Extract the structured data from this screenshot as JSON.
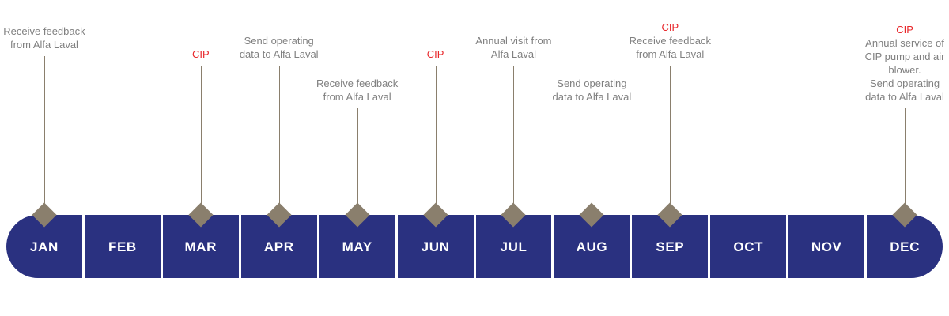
{
  "colors": {
    "bar": "#2a3180",
    "marker": "#8a7f6d",
    "text_gray": "#808080",
    "accent_red": "#e8262a",
    "month_label": "#ffffff",
    "background": "#ffffff"
  },
  "timeline": {
    "months": [
      {
        "label": "JAN"
      },
      {
        "label": "FEB"
      },
      {
        "label": "MAR"
      },
      {
        "label": "APR"
      },
      {
        "label": "MAY"
      },
      {
        "label": "JUN"
      },
      {
        "label": "JUL"
      },
      {
        "label": "AUG"
      },
      {
        "label": "SEP"
      },
      {
        "label": "OCT"
      },
      {
        "label": "NOV"
      },
      {
        "label": "DEC"
      }
    ]
  },
  "events": [
    {
      "month": "JAN",
      "cip": "",
      "lines": [
        "Receive feedback",
        "from Alfa Laval"
      ]
    },
    {
      "month": "MAR",
      "cip": "CIP",
      "lines": []
    },
    {
      "month": "APR",
      "cip": "",
      "lines": [
        "Send operating",
        "data to Alfa Laval"
      ]
    },
    {
      "month": "MAY",
      "cip": "",
      "lines": [
        "Receive feedback",
        "from Alfa Laval"
      ]
    },
    {
      "month": "JUN",
      "cip": "CIP",
      "lines": []
    },
    {
      "month": "JUL",
      "cip": "",
      "lines": [
        "Annual visit from",
        "Alfa Laval"
      ]
    },
    {
      "month": "AUG",
      "cip": "",
      "lines": [
        "Send operating",
        "data to Alfa Laval"
      ]
    },
    {
      "month": "SEP",
      "cip": "CIP",
      "lines": [
        "Receive feedback",
        "from Alfa Laval"
      ]
    },
    {
      "month": "DEC",
      "cip": "CIP",
      "lines": [
        "Annual service of",
        "CIP pump and air",
        "blower.",
        "Send operating",
        "data to Alfa Laval"
      ]
    }
  ]
}
